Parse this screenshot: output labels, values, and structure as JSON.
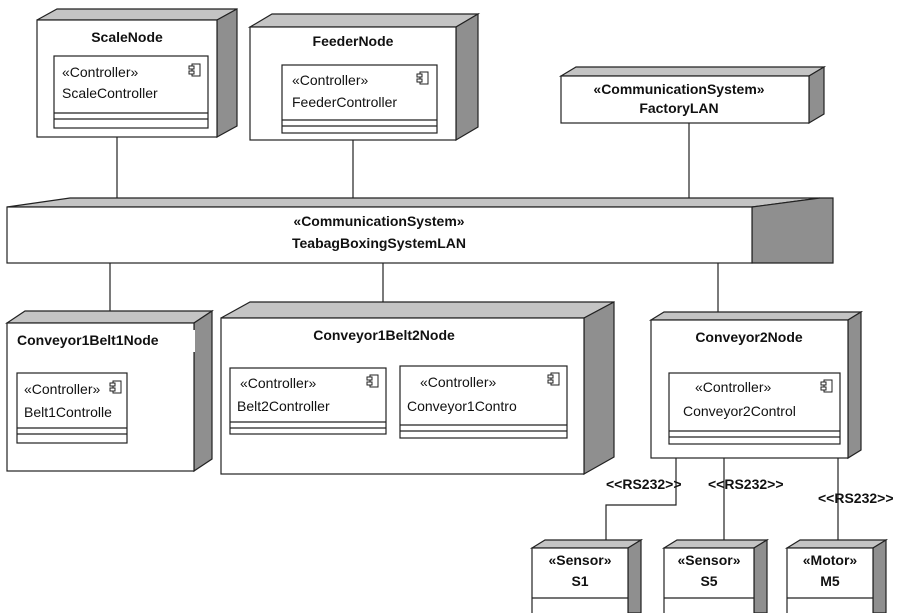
{
  "nodes": {
    "scale": {
      "title": "ScaleNode"
    },
    "feeder": {
      "title": "FeederNode"
    },
    "factory_lan": {
      "stereotype": "«CommunicationSystem»",
      "name": "FactoryLAN"
    },
    "main_lan": {
      "stereotype": "«CommunicationSystem»",
      "name": "TeabagBoxingSystemLAN"
    },
    "c1b1": {
      "title": "Conveyor1Belt1Node"
    },
    "c1b2": {
      "title": "Conveyor1Belt2Node"
    },
    "c2": {
      "title": "Conveyor2Node"
    }
  },
  "components": {
    "scale_ctrl": {
      "stereotype": "«Controller»",
      "name": "ScaleController"
    },
    "feeder_ctrl": {
      "stereotype": "«Controller»",
      "name": "FeederController"
    },
    "belt1_ctrl": {
      "stereotype": "«Controller»",
      "name": "Belt1Controlle"
    },
    "belt2_ctrl": {
      "stereotype": "«Controller»",
      "name": "Belt2Controller"
    },
    "conv1_ctrl": {
      "stereotype": "«Controller»",
      "name": "Conveyor1Contro"
    },
    "conv2_ctrl": {
      "stereotype": "«Controller»",
      "name": "Conveyor2Control"
    }
  },
  "devices": {
    "s1": {
      "stereotype": "«Sensor»",
      "name": "S1"
    },
    "s5": {
      "stereotype": "«Sensor»",
      "name": "S5"
    },
    "m5": {
      "stereotype": "«Motor»",
      "name": "M5"
    }
  },
  "links": {
    "rs232_s1": "<<RS232>>",
    "rs232_s5": "<<RS232>>",
    "rs232_m5": "<<RS232>>"
  },
  "colors": {
    "outline": "#222222",
    "node_side": "#8f8f8f",
    "node_top": "#c4c4c4",
    "node_face": "#ffffff"
  },
  "icons": {
    "component": "component-icon"
  }
}
